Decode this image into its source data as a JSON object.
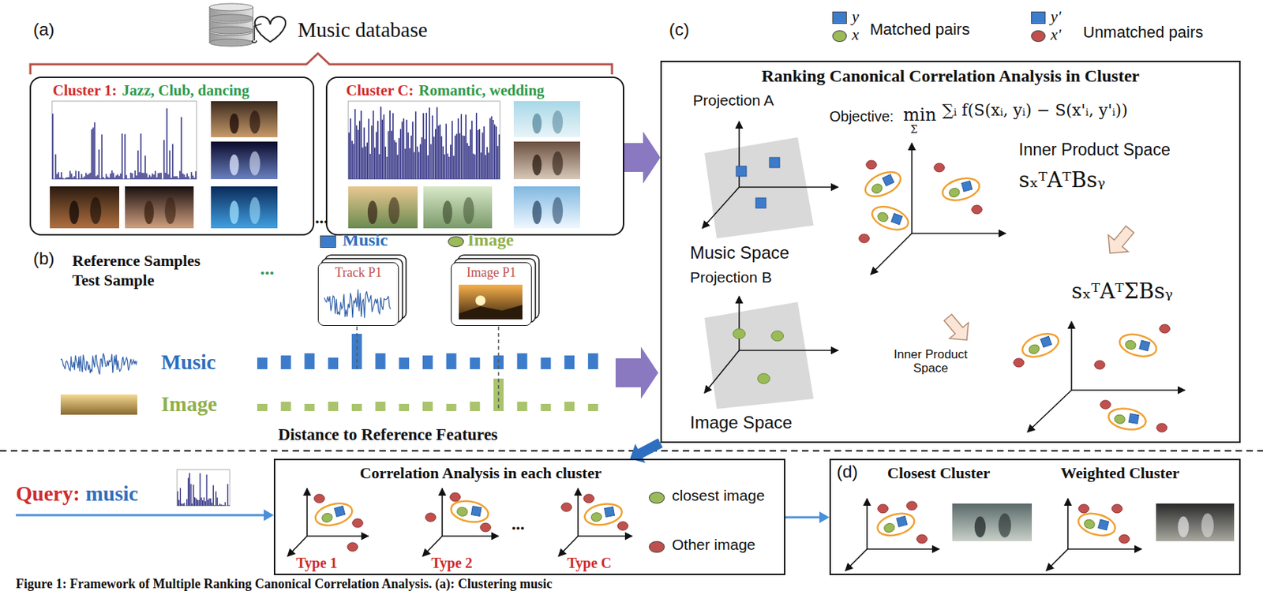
{
  "diagram": {
    "caption": "Figure 1: Framework of Multiple Ranking Canonical Correlation Analysis. (a): Clustering music",
    "nodes": [
      {
        "text": [
          "Cluster 1:",
          "Jazz, Club, dancing"
        ]
      },
      {
        "text": [
          "Cluster C:",
          "Romantic, wedding"
        ]
      },
      {
        "text": [
          "Track P1"
        ]
      },
      {
        "text": [
          "Image P1"
        ]
      },
      {
        "text": [
          "Ranking Canonical Correlation Analysis in Cluster"
        ]
      },
      {
        "text": [
          "Correlation Analysis in each cluster"
        ]
      },
      {
        "text": [
          "Closest Cluster",
          "Weighted Cluster"
        ]
      }
    ],
    "edges": [
      {
        "from": 1,
        "to": 4,
        "arrow": "to"
      },
      {
        "from": 4,
        "to": 5,
        "arrow": "to"
      },
      {
        "from": 5,
        "to": 6,
        "arrow": "to"
      }
    ],
    "labels": [
      "(a)",
      "Music database",
      "...",
      "(b)",
      "Reference Samples",
      "Test Sample",
      "...",
      "Music",
      "Image",
      "Distance to Reference Features",
      "(c)",
      "Matched pairs",
      "Unmatched pairs",
      "Projection A",
      "Objective:",
      "min",
      "Σ",
      "∑ᵢ f(S(xᵢ, yᵢ) − S(x'ᵢ, y'ᵢ))",
      "Inner Product Space",
      "sₓᵀAᵀBsᵧ",
      "Music Space",
      "Projection B",
      "Image Space",
      "Inner Product Space",
      "sₓᵀAᵀΣBsᵧ",
      "Query:",
      "music",
      "Type 1",
      "Type 2",
      "...",
      "Type C",
      "(d)"
    ],
    "legend": [
      {
        "text": "Music",
        "color": "#3d7ccb"
      },
      {
        "text": "Image",
        "color": "#9bbb59"
      },
      {
        "text": "y",
        "color": "#3d7ccb"
      },
      {
        "text": "x",
        "color": "#9bbb59"
      },
      {
        "text": "y'",
        "color": "#3d7ccb"
      },
      {
        "text": "x'",
        "color": "#c0504d"
      },
      {
        "text": "closest image",
        "color": "#9bbb59"
      },
      {
        "text": "Other image",
        "color": "#c0504d"
      }
    ]
  }
}
